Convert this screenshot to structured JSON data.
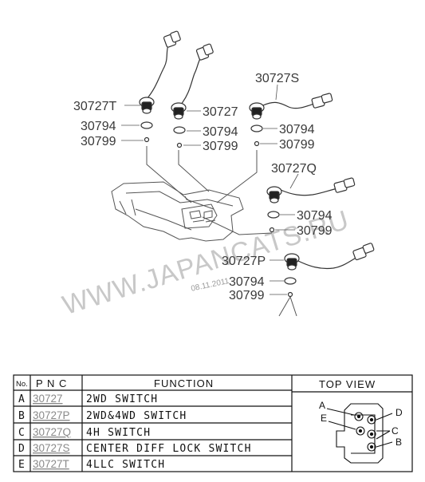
{
  "watermark": "WWW.JAPANCATS.RU",
  "date_stamp": "08.11.2011",
  "callouts": {
    "t": "30727T",
    "plain": "30727",
    "s": "30727S",
    "q": "30727Q",
    "p": "30727P",
    "washer": "30794",
    "ring": "30799"
  },
  "table": {
    "headers": {
      "no": "No.",
      "pnc": "P N C",
      "function": "FUNCTION",
      "top_view": "TOP VIEW"
    },
    "rows": [
      {
        "no": "A",
        "pnc": "30727",
        "function": "2WD SWITCH"
      },
      {
        "no": "B",
        "pnc": "30727P",
        "function": "2WD&4WD SWITCH"
      },
      {
        "no": "C",
        "pnc": "30727Q",
        "function": "4H SWITCH"
      },
      {
        "no": "D",
        "pnc": "30727S",
        "function": "CENTER DIFF LOCK SWITCH"
      },
      {
        "no": "E",
        "pnc": "30727T",
        "function": "4LLC SWITCH"
      }
    ],
    "top_view_labels": {
      "a": "A",
      "b": "B",
      "c": "C",
      "d": "D",
      "e": "E"
    }
  }
}
